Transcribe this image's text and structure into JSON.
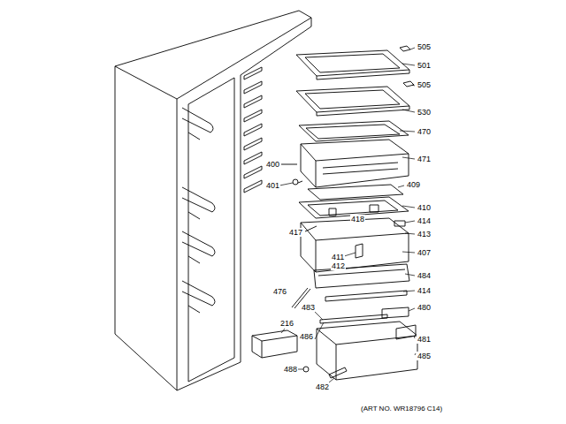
{
  "diagram": {
    "caption": "(ART NO. WR18796 C14)",
    "labels": [
      "505",
      "501",
      "505",
      "530",
      "470",
      "400",
      "471",
      "401",
      "409",
      "410",
      "418",
      "414",
      "417",
      "413",
      "411",
      "412",
      "407",
      "484",
      "476",
      "414",
      "483",
      "480",
      "216",
      "486",
      "481",
      "485",
      "488",
      "482"
    ]
  }
}
